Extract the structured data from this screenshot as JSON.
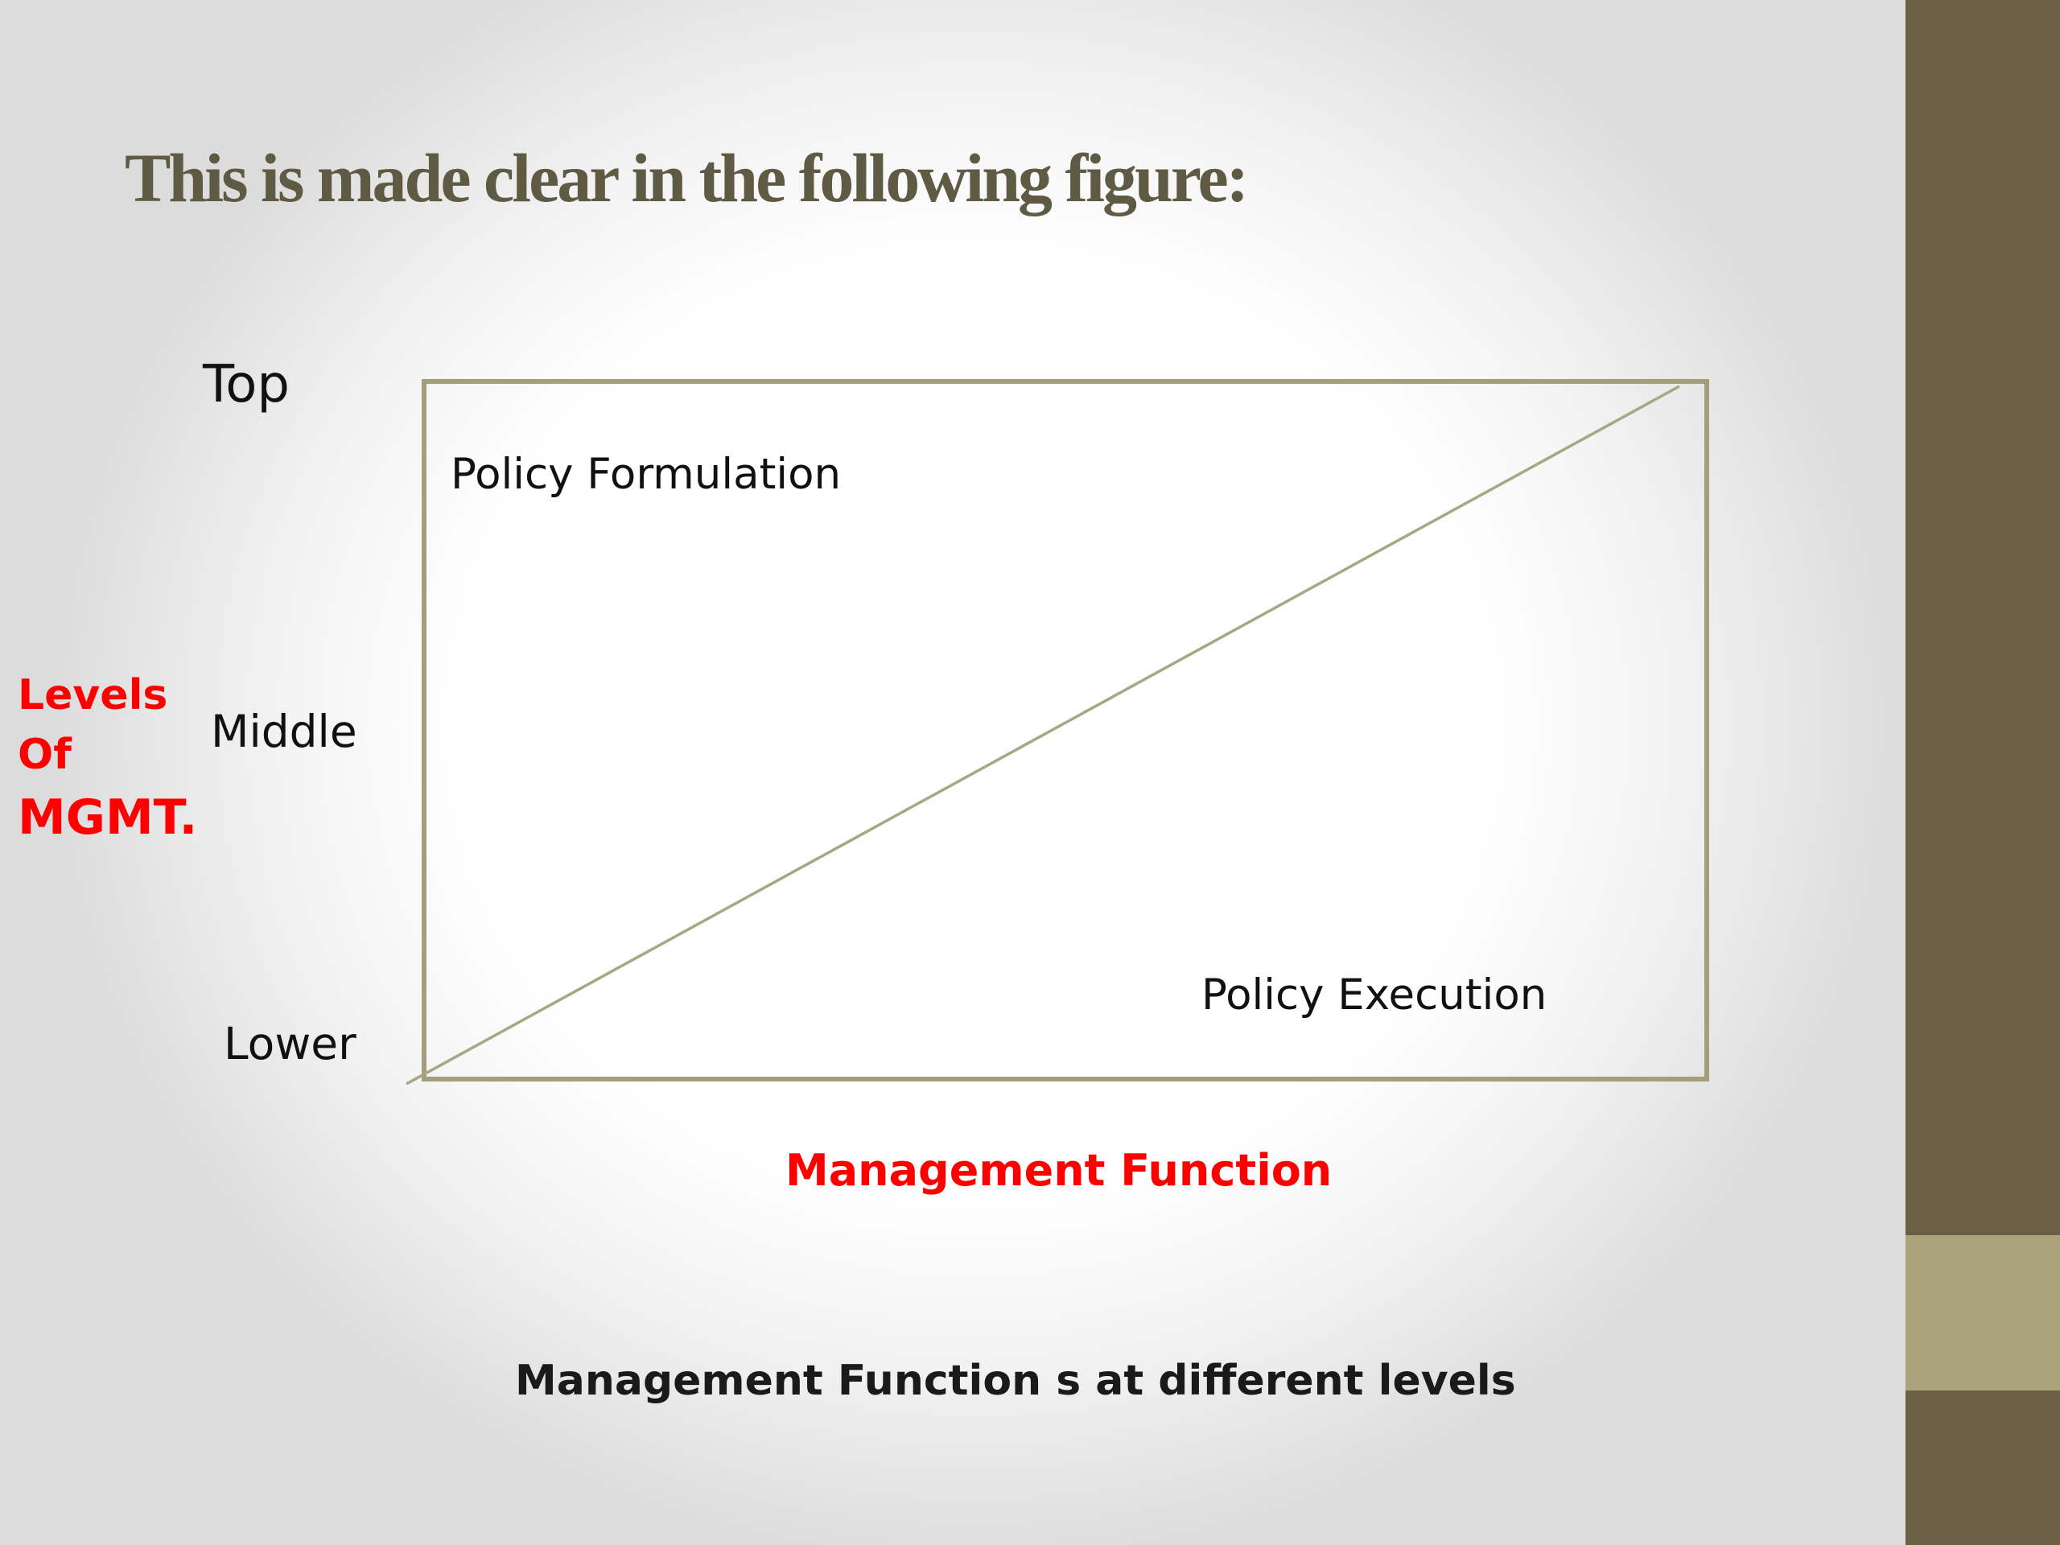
{
  "slide": {
    "title": "This is made clear in the following figure:",
    "caption": "Management Function s at different levels"
  },
  "diagram": {
    "levels": [
      "Top",
      "Middle",
      "Lower"
    ],
    "y_axis_label": [
      "Levels",
      "Of",
      "MGMT."
    ],
    "x_axis_label": "Management Function",
    "regions": {
      "upper_left": "Policy Formulation",
      "lower_right": "Policy Execution"
    }
  },
  "colors": {
    "title": "#5e5a44",
    "accent_red": "#ff0000",
    "frame": "#a39f7e",
    "diagonal": "#a8a784",
    "sidebar_dark": "#6b5f47",
    "sidebar_light": "#a9a47b"
  }
}
